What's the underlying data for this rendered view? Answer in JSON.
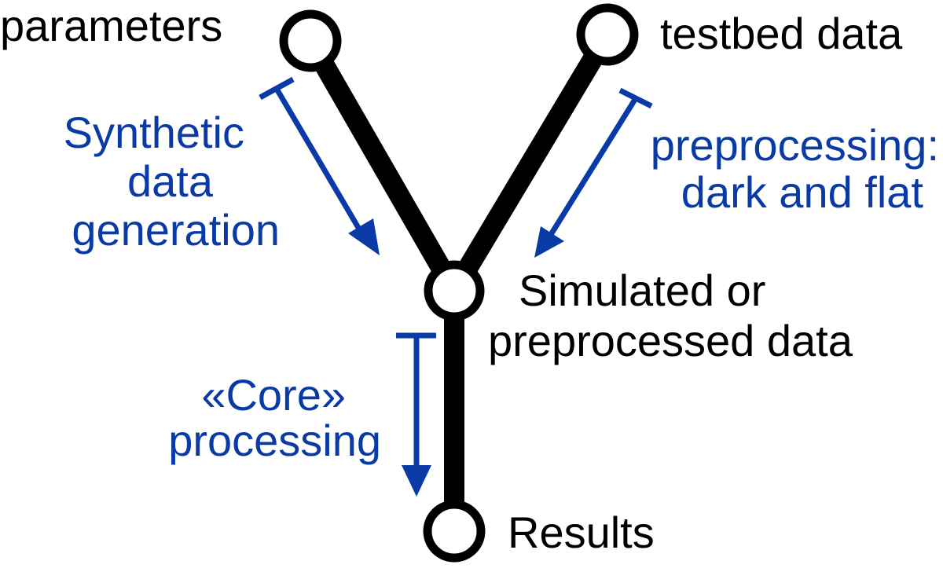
{
  "colors": {
    "line": "#000000",
    "node_fill": "#ffffff",
    "node_stroke": "#000000",
    "arrow": "#0a3aa6",
    "label_dark": "#000000",
    "label_blue": "#0a3aa6"
  },
  "nodes": {
    "parameters": {
      "label": "parameters"
    },
    "testbed": {
      "label": "testbed data"
    },
    "merge": {
      "label_line1": "Simulated or",
      "label_line2": "preprocessed data"
    },
    "results": {
      "label": "Results"
    }
  },
  "steps": {
    "synthetic": {
      "line1": "Synthetic",
      "line2": "data",
      "line3": "generation"
    },
    "preprocessing": {
      "line1": "preprocessing:",
      "line2": "dark and flat"
    },
    "core": {
      "line1": "«Core»",
      "line2": "processing"
    }
  }
}
